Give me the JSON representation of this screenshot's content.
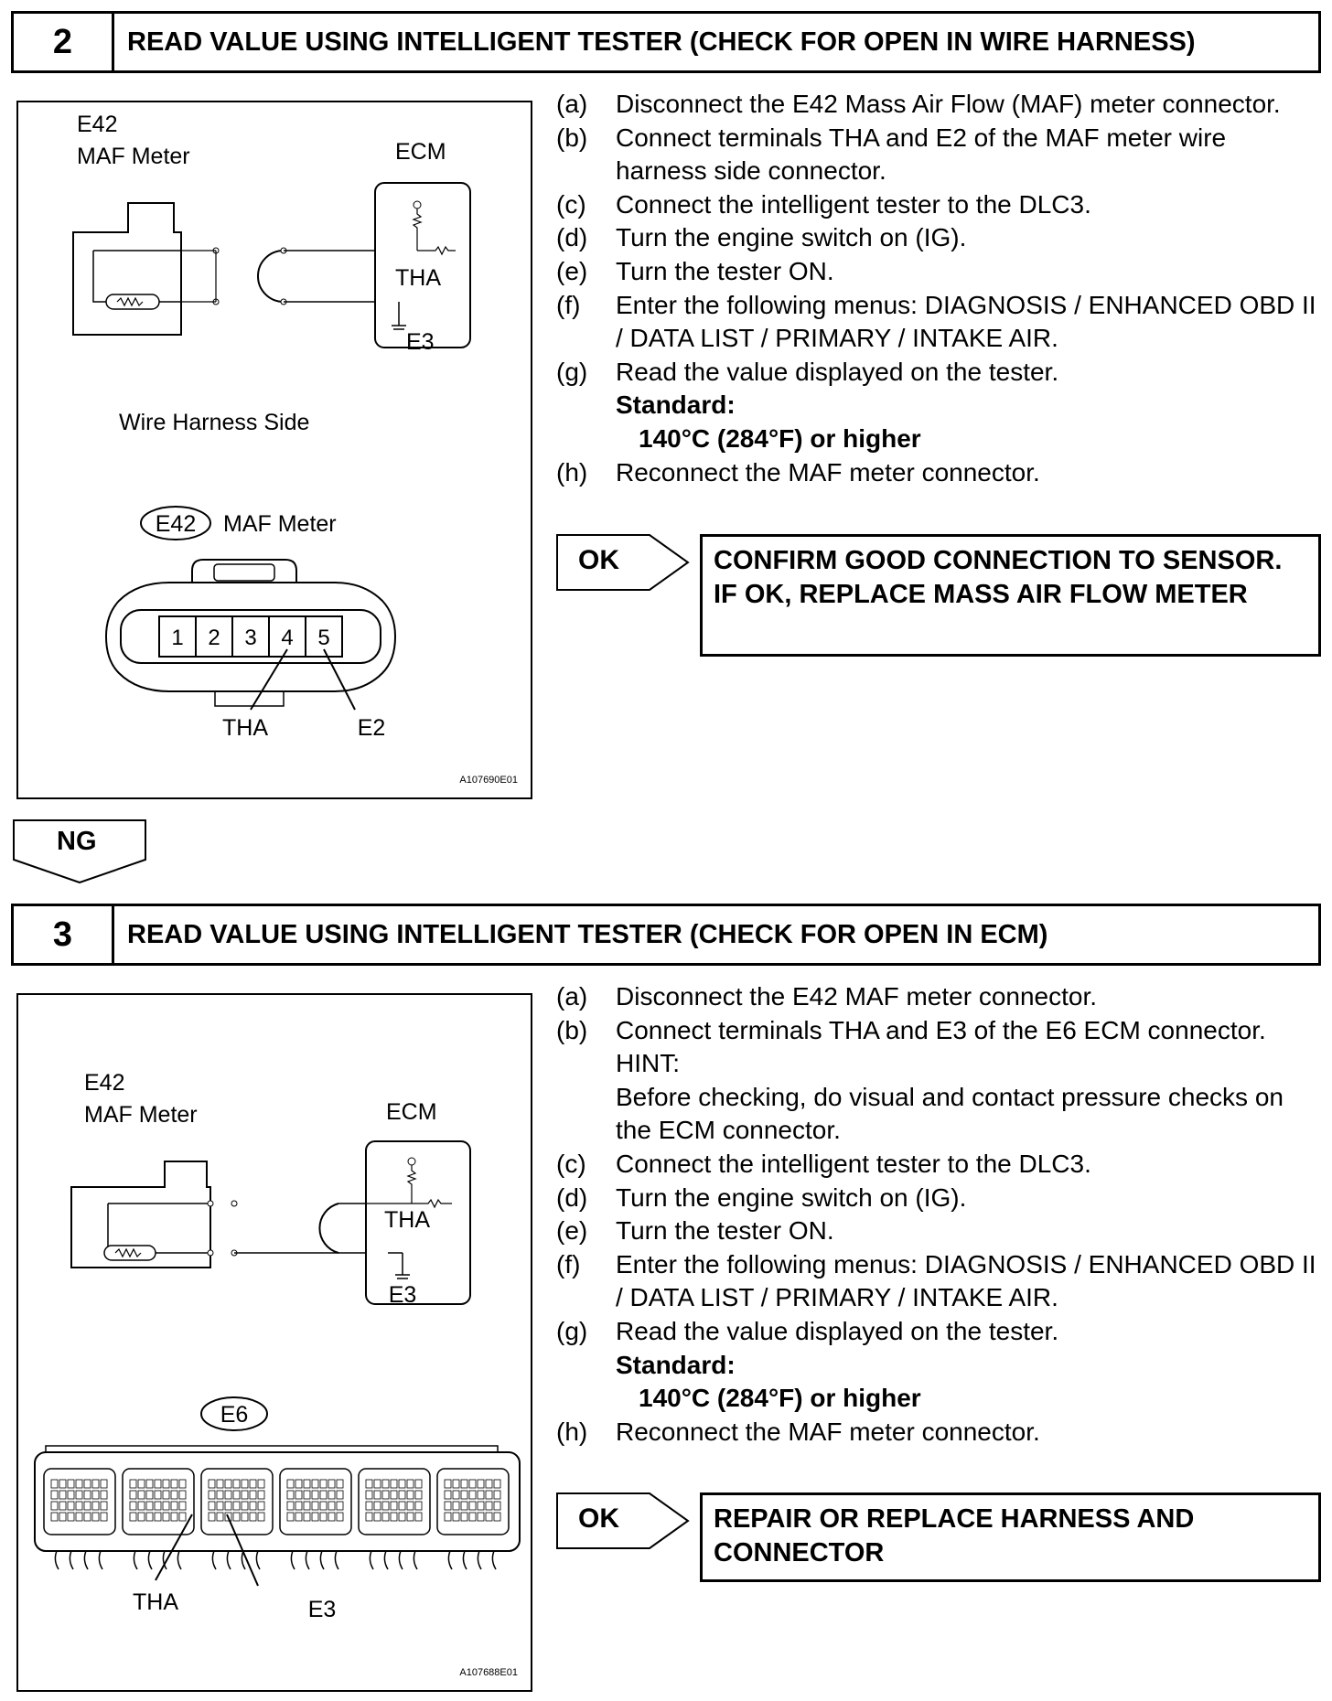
{
  "section2": {
    "number": "2",
    "title": "READ VALUE USING INTELLIGENT TESTER (CHECK FOR OPEN IN WIRE HARNESS)",
    "figure": {
      "connector_code": "E42",
      "maf_label": "MAF Meter",
      "ecm_label": "ECM",
      "tha_label": "THA",
      "e3_label": "E3",
      "side_label": "Wire Harness Side",
      "badge": "E42",
      "badge_label": "MAF Meter",
      "pins": [
        "1",
        "2",
        "3",
        "4",
        "5"
      ],
      "pin_tha": "THA",
      "pin_e2": "E2",
      "code": "A107690E01"
    },
    "steps": [
      {
        "label": "(a)",
        "text": "Disconnect the E42 Mass Air Flow (MAF) meter connector."
      },
      {
        "label": "(b)",
        "text": "Connect terminals THA and E2 of the MAF meter wire harness side connector."
      },
      {
        "label": "(c)",
        "text": "Connect the intelligent tester to the DLC3."
      },
      {
        "label": "(d)",
        "text": "Turn the engine switch on (IG)."
      },
      {
        "label": "(e)",
        "text": "Turn the tester ON."
      },
      {
        "label": "(f)",
        "text": "Enter the following menus: DIAGNOSIS / ENHANCED OBD II / DATA LIST / PRIMARY / INTAKE AIR."
      },
      {
        "label": "(g)",
        "text": "Read the value displayed on the tester."
      }
    ],
    "standard_label": "Standard:",
    "standard_value": "140°C (284°F) or higher",
    "final_step": {
      "label": "(h)",
      "text": "Reconnect the MAF meter connector."
    },
    "ok_label": "OK",
    "ok_result": "CONFIRM GOOD CONNECTION TO SENSOR. IF OK, REPLACE MASS AIR FLOW METER"
  },
  "ng_label": "NG",
  "section3": {
    "number": "3",
    "title": "READ VALUE USING INTELLIGENT TESTER (CHECK FOR OPEN IN ECM)",
    "figure": {
      "connector_code": "E42",
      "maf_label": "MAF Meter",
      "ecm_label": "ECM",
      "tha_label": "THA",
      "e3_label": "E3",
      "badge": "E6",
      "pin_tha": "THA",
      "pin_e3": "E3",
      "code": "A107688E01"
    },
    "steps": [
      {
        "label": "(a)",
        "text": "Disconnect the E42 MAF meter connector."
      },
      {
        "label": "(b)",
        "text": "Connect terminals THA and E3 of the E6 ECM connector."
      }
    ],
    "hint_label": "HINT:",
    "hint_text": "Before checking, do visual and contact pressure checks on the ECM connector.",
    "steps_after": [
      {
        "label": "(c)",
        "text": "Connect the intelligent tester to the DLC3."
      },
      {
        "label": "(d)",
        "text": "Turn the engine switch on (IG)."
      },
      {
        "label": "(e)",
        "text": "Turn the tester ON."
      },
      {
        "label": "(f)",
        "text": "Enter the following menus: DIAGNOSIS / ENHANCED OBD II / DATA LIST / PRIMARY / INTAKE AIR."
      },
      {
        "label": "(g)",
        "text": "Read the value displayed on the tester."
      }
    ],
    "standard_label": "Standard:",
    "standard_value": "140°C (284°F) or higher",
    "final_step": {
      "label": "(h)",
      "text": "Reconnect the MAF meter connector."
    },
    "ok_label": "OK",
    "ok_result": "REPAIR OR REPLACE HARNESS AND CONNECTOR"
  }
}
